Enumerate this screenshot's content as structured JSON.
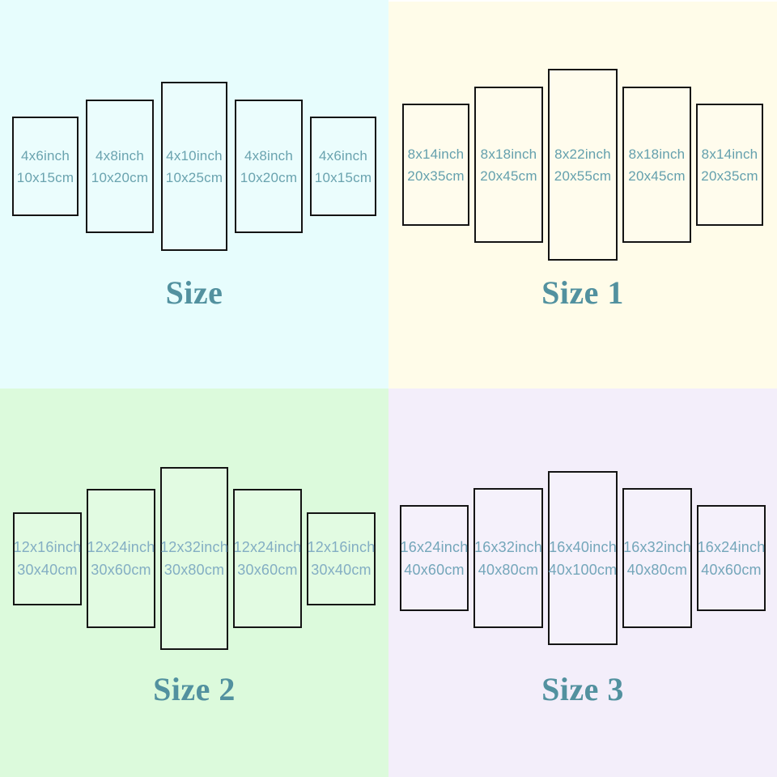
{
  "styles": {
    "title_color": "#52919f",
    "panel_border_color": "#141414"
  },
  "quadrants": [
    {
      "title": "Size",
      "background": "#e7fdfd",
      "text_color": "#6aa3af",
      "panels": [
        {
          "inch": "4x6inch",
          "cm": "10x15cm"
        },
        {
          "inch": "4x8inch",
          "cm": "10x20cm"
        },
        {
          "inch": "4x10inch",
          "cm": "10x25cm"
        },
        {
          "inch": "4x8inch",
          "cm": "10x20cm"
        },
        {
          "inch": "4x6inch",
          "cm": "10x15cm"
        }
      ]
    },
    {
      "title": "Size 1",
      "background": "#fffce9",
      "text_color": "#64a0ad",
      "panels": [
        {
          "inch": "8x14inch",
          "cm": "20x35cm"
        },
        {
          "inch": "8x18inch",
          "cm": "20x45cm"
        },
        {
          "inch": "8x22inch",
          "cm": "20x55cm"
        },
        {
          "inch": "8x18inch",
          "cm": "20x45cm"
        },
        {
          "inch": "8x14inch",
          "cm": "20x35cm"
        }
      ]
    },
    {
      "title": "Size 2",
      "background": "#dcfadc",
      "text_color": "#83aec3",
      "panels": [
        {
          "inch": "12x16inch",
          "cm": "30x40cm"
        },
        {
          "inch": "12x24inch",
          "cm": "30x60cm"
        },
        {
          "inch": "12x32inch",
          "cm": "30x80cm"
        },
        {
          "inch": "12x24inch",
          "cm": "30x60cm"
        },
        {
          "inch": "12x16inch",
          "cm": "30x40cm"
        }
      ]
    },
    {
      "title": "Size 3",
      "background": "#f3eefa",
      "text_color": "#74a6ba",
      "panels": [
        {
          "inch": "16x24inch",
          "cm": "40x60cm"
        },
        {
          "inch": "16x32inch",
          "cm": "40x80cm"
        },
        {
          "inch": "16x40inch",
          "cm": "40x100cm"
        },
        {
          "inch": "16x32inch",
          "cm": "40x80cm"
        },
        {
          "inch": "16x24inch",
          "cm": "40x60cm"
        }
      ]
    }
  ]
}
